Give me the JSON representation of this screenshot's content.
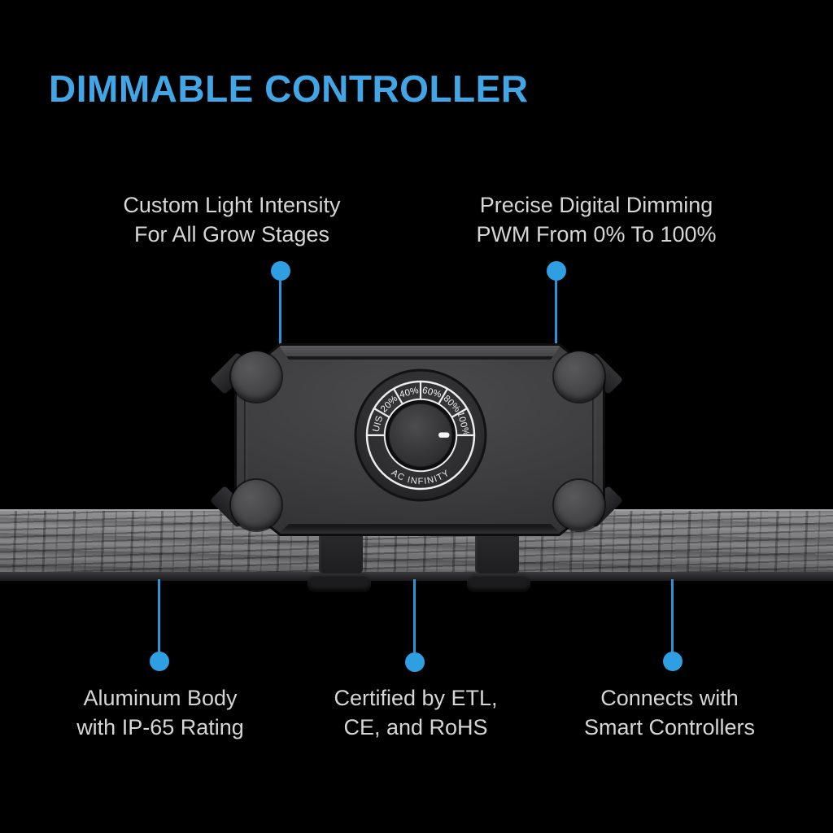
{
  "title": "DIMMABLE CONTROLLER",
  "callouts": {
    "top_left": {
      "lines": [
        "Custom Light Intensity",
        "For All Grow Stages"
      ]
    },
    "top_right": {
      "lines": [
        "Precise Digital Dimming",
        "PWM From 0% To 100%"
      ]
    },
    "bottom_left": {
      "lines": [
        "Aluminum Body",
        "with IP-65 Rating"
      ]
    },
    "bottom_center": {
      "lines": [
        "Certified by ETL,",
        "CE, and RoHS"
      ]
    },
    "bottom_right": {
      "lines": [
        "Connects with",
        "Smart Controllers"
      ]
    }
  },
  "device": {
    "dial": {
      "scale_labels": [
        "UIS",
        "20%",
        "40%",
        "60%",
        "80%",
        "100%"
      ],
      "brand": "AC INFINITY",
      "indicator_at": "100%"
    }
  },
  "colors": {
    "background": "#000000",
    "title_blue": "#42A5E5",
    "connector_blue": "#2E9FE3",
    "feature_text": "#D6D6D7"
  }
}
